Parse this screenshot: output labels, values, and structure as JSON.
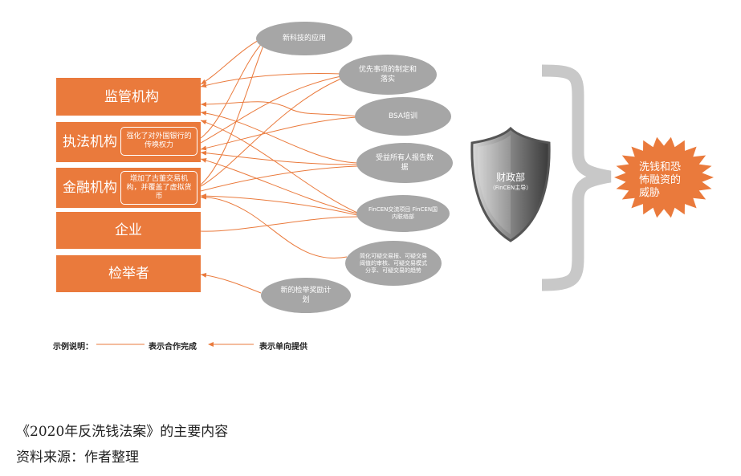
{
  "left_boxes": {
    "regulators": "监管机构",
    "law_enforcement": "执法机构",
    "law_enforcement_note": "强化了对外国银行的传唤权力",
    "financial": "金融机构",
    "financial_note": "增加了古董交易机构，并覆盖了虚拟货币",
    "enterprises": "企业",
    "whistleblowers": "检举者"
  },
  "center_items": {
    "tech": "新科技的应用",
    "priorities": "优先事项的制定和落实",
    "bsa": "BSA培训",
    "beneficial": "受益所有人报告数据",
    "fincen_exchange": "FinCEN交流项目 FinCEN国内联络部",
    "sar": "简化可疑交易报、可疑交易阈值的审核、可疑交易模式分享、可疑交易的趋势",
    "whistle_reward": "新的检举奖励计划"
  },
  "shield": {
    "title": "财政部",
    "subtitle": "（FinCEN主导）"
  },
  "threat": "洗钱和恐怖融资的威胁",
  "legend": {
    "label": "示例说明：",
    "cooperation": "表示合作完成",
    "one_way": "表示单向提供"
  },
  "caption": {
    "title": "《2020年反洗钱法案》的主要内容",
    "source": "资料来源：作者整理"
  },
  "colors": {
    "orange": "#ea7a3c",
    "gray": "#a6a6a6"
  }
}
